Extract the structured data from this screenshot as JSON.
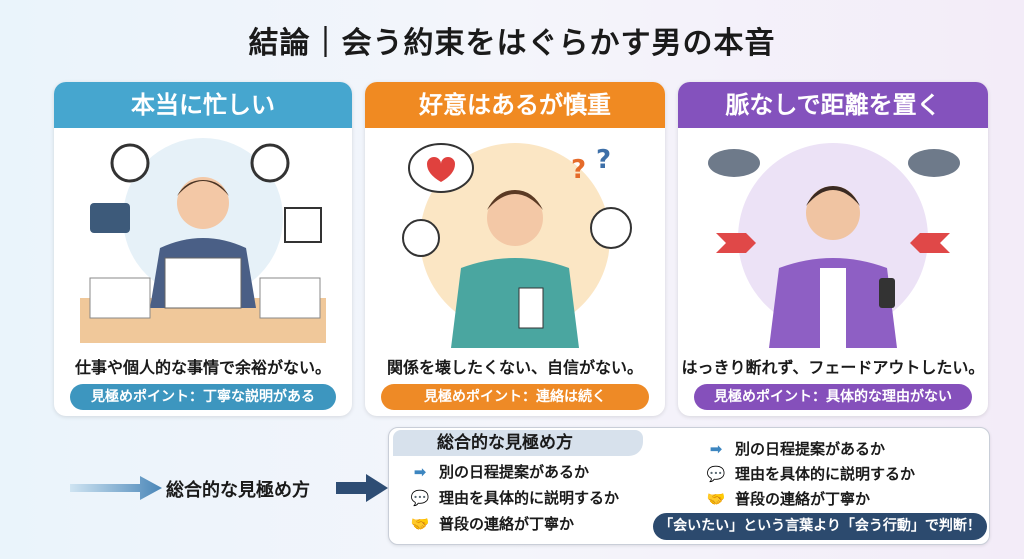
{
  "title": "結論｜会う約束をはぐらかす男の本音",
  "cards": [
    {
      "header": "本当に忙しい",
      "desc": "仕事や個人的な事情で余裕がない。",
      "point": "見極めポイント：丁寧な説明がある",
      "color": "#46a6cf",
      "pill_color": "#3d96bf"
    },
    {
      "header": "好意はあるが慎重",
      "desc": "関係を壊したくない、自信がない。",
      "point": "見極めポイント：連絡は続く",
      "color": "#f08a22",
      "pill_color": "#ee8a26"
    },
    {
      "header": "脈なしで距離を置く",
      "desc": "はっきり断れず、フェードアウトしたい。",
      "point": "見極めポイント：具体的な理由がない",
      "color": "#8452bd",
      "pill_color": "#8550bb"
    }
  ],
  "summary": {
    "label": "総合的な見極め方",
    "box_title": "総合的な見極め方",
    "items": [
      {
        "icon": "arrow-right-icon",
        "text": "別の日程提案があるか"
      },
      {
        "icon": "speech-bubble-icon",
        "text": "理由を具体的に説明するか"
      },
      {
        "icon": "handshake-icon",
        "text": "普段の連絡が丁寧か"
      }
    ],
    "right_items": [
      {
        "icon": "arrow-right-icon",
        "text": "別の日程提案があるか"
      },
      {
        "icon": "speech-bubble-icon",
        "text": "理由を具体的に説明するか"
      },
      {
        "icon": "handshake-icon",
        "text": "普段の連絡が丁寧か"
      }
    ],
    "banner": "「会いたい」という言葉より「会う行動」で判断！"
  }
}
